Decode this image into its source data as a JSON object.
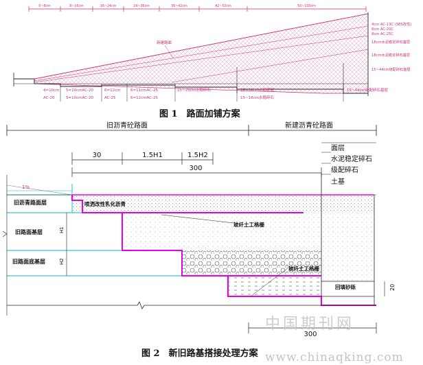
{
  "fig1": {
    "caption": "图 1　路面加铺方案",
    "top_dims": [
      "0~8cm",
      "8~16cm",
      "16~24cm",
      "24~36cm",
      "36~42cm",
      "42~50cm",
      "50~100cm"
    ],
    "pink_labels": [
      "4=10cm",
      "AC-20",
      "5=10cmAC-20",
      "5=10cmAC-20",
      "6=12cm",
      "AC-25",
      "6=11cmAC-25",
      "6=12cmAC-25",
      "15~25cm水稳碎石",
      "15~18cm水稳碎石",
      "15~18cm水稳碎石",
      "15~44cm级配碎石基层"
    ],
    "right_labels": [
      "4cm AC-13C (SBS改性)",
      "6cm AC-20C",
      "8cm AC-25C",
      "18cm水泥稳定碎石基层",
      "18cm水泥稳定碎石基层",
      "15~44cm级配碎石基层"
    ],
    "old_pavement_label": "新建路面"
  },
  "fig2": {
    "caption": "图 2　新旧路基搭接处理方案",
    "header_old": "旧沥青砼路面",
    "header_new": "新建沥青砼路面",
    "dims_top": [
      "30",
      "1.5H1",
      "1.5H2"
    ],
    "dim_total_top": "300",
    "dim_bottom": "300",
    "dim_right": "20",
    "dim_left_small": "1%",
    "left_layers": [
      "旧沥青路面层",
      "旧路面基层",
      "旧路面底基层"
    ],
    "h_marks": [
      "H1",
      "H2"
    ],
    "annotations": {
      "spray": "喷洒改性乳化沥青",
      "geogrid1": "玻纤土工格栅",
      "geogrid2": "玻纤土工格栅",
      "sand": "回填砂砾"
    },
    "legend": [
      "面层",
      "水泥稳定碎石",
      "级配碎石",
      "土基"
    ]
  },
  "watermark": {
    "cn": "中国期刊网",
    "url": "www.chinaqking.com"
  },
  "colors": {
    "line": "#222222",
    "magenta": "#e600e6",
    "cyan": "#00b8d4",
    "pink_text": "#d0307a"
  }
}
